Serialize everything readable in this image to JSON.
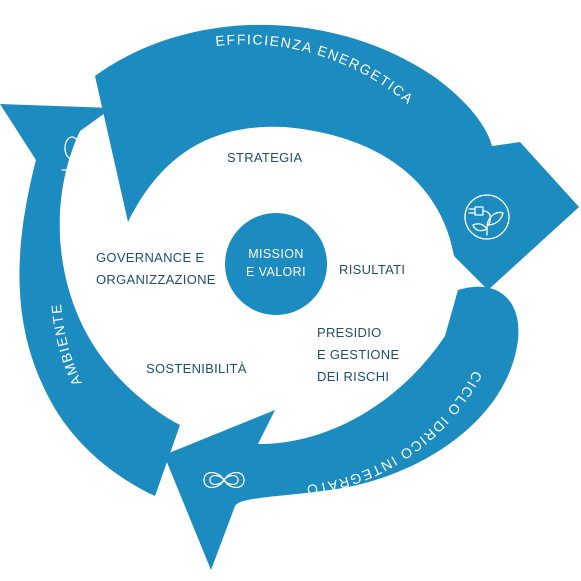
{
  "cycle": {
    "segments": [
      {
        "label": "EFFICIENZA ENERGETICA",
        "icon": "plug-leaf-icon"
      },
      {
        "label": "CICLO IDRICO INTEGRATO",
        "icon": "infinity-icon"
      },
      {
        "label": "AMBIENTE",
        "icon": "trees-icon"
      }
    ]
  },
  "center": {
    "line1": "MISSION",
    "line2": "E VALORI"
  },
  "inner_items": {
    "strategia": [
      "STRATEGIA"
    ],
    "risultati": [
      "RISULTATI"
    ],
    "presidio": [
      "PRESIDIO",
      "E GESTIONE",
      "DEI RISCHI"
    ],
    "sostenibilita": [
      "SOSTENIBILITÀ"
    ],
    "governance": [
      "GOVERNANCE E",
      "ORGANIZZAZIONE"
    ]
  },
  "colors": {
    "arrow": "#1b8bc0",
    "center_circle": "#1b8bc0",
    "inner_text": "#1e4f6e",
    "arrow_text": "#ffffff"
  }
}
